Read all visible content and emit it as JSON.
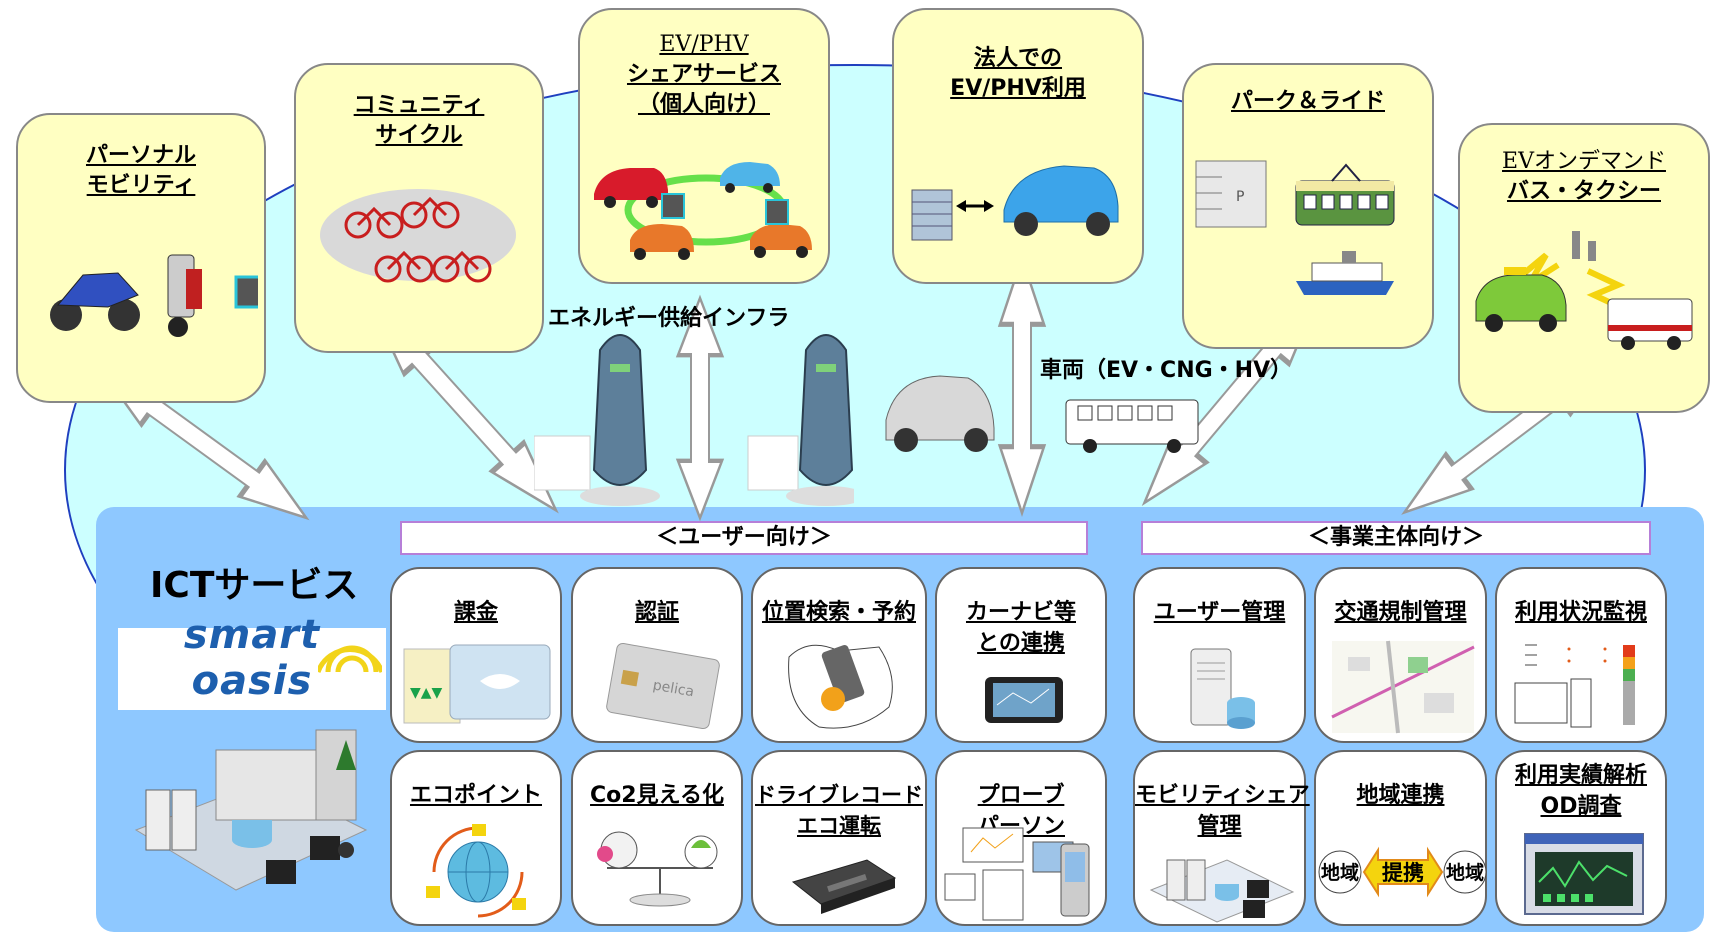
{
  "top_boxes": [
    {
      "id": "personal",
      "lines": [
        "パーソナル",
        "モビリティ"
      ]
    },
    {
      "id": "cycle",
      "lines": [
        "コミュニティ",
        "サイクル"
      ]
    },
    {
      "id": "share",
      "lines": [
        "EV/PHV",
        "シェアサービス",
        "（個人向け）"
      ]
    },
    {
      "id": "corp",
      "lines": [
        "法人での",
        "EV/PHV利用"
      ]
    },
    {
      "id": "park",
      "lines": [
        "パーク＆ライド"
      ]
    },
    {
      "id": "ondemand",
      "lines": [
        "EVオンデマンド",
        "バス・タクシー"
      ]
    }
  ],
  "labels": {
    "energy": "エネルギー供給インフラ",
    "vehicle": "車両（EV・CNG・HV）",
    "ict_title": "ICTサービス",
    "logo": "smart oasis",
    "user_section": "＜ユーザー向け＞",
    "biz_section": "＜事業主体向け＞",
    "card_ic": "pelica",
    "region_a": "地域",
    "region_link": "提携",
    "region_b": "地域"
  },
  "user_cards": [
    {
      "id": "billing",
      "lines": [
        "課金"
      ]
    },
    {
      "id": "auth",
      "lines": [
        "認証"
      ]
    },
    {
      "id": "location",
      "lines": [
        "位置検索・予約"
      ]
    },
    {
      "id": "carnavi",
      "lines": [
        "カーナビ等",
        "との連携"
      ]
    },
    {
      "id": "ecopoint",
      "lines": [
        "エコポイント"
      ]
    },
    {
      "id": "co2",
      "lines": [
        "Co2見える化"
      ]
    },
    {
      "id": "drive",
      "lines": [
        "ドライブレコード",
        "エコ運転"
      ]
    },
    {
      "id": "probe",
      "lines": [
        "プローブ",
        "パーソン"
      ]
    }
  ],
  "biz_cards": [
    {
      "id": "usermgmt",
      "lines": [
        "ユーザー管理"
      ]
    },
    {
      "id": "traffic",
      "lines": [
        "交通規制管理"
      ]
    },
    {
      "id": "monitor",
      "lines": [
        "利用状況監視"
      ]
    },
    {
      "id": "mobility",
      "lines": [
        "モビリティシェア",
        "管理"
      ]
    },
    {
      "id": "region",
      "lines": [
        "地域連携"
      ]
    },
    {
      "id": "analysis",
      "lines": [
        "利用実績解析",
        "OD調査"
      ]
    }
  ],
  "colors": {
    "cloud": "#ccffff",
    "cloud_border": "#1f3fbf",
    "box_fill": "#ffffc2",
    "ict_fill": "#8ec8ff",
    "arrow_fill": "#ffffff",
    "section_border": "#b67fd8"
  }
}
